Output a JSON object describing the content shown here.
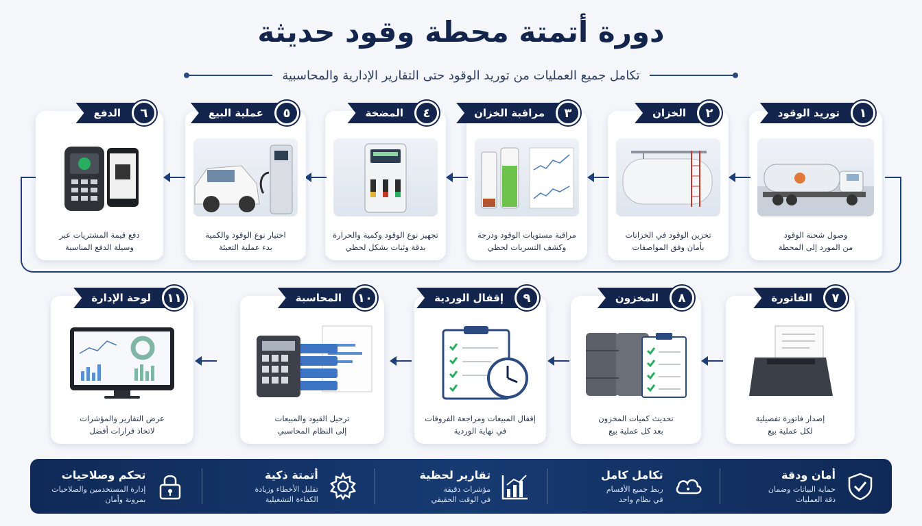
{
  "title": "دورة أتمتة محطة وقود حديثة",
  "subtitle": "تكامل جميع العمليات من توريد الوقود حتى التقارير الإدارية والمحاسبية",
  "steps": [
    {
      "num": "١",
      "label": "توريد الوقود",
      "desc1": "وصول شحنة الوقود",
      "desc2": "من المورد إلى المحطة",
      "icon": "tanker-truck-icon"
    },
    {
      "num": "٢",
      "label": "الخزان",
      "desc1": "تخزين الوقود في الخزانات",
      "desc2": "بأمان وفق المواصفات",
      "icon": "storage-tank-icon"
    },
    {
      "num": "٣",
      "label": "مراقبة الخزان",
      "desc1": "مراقبة مستويات الوقود ودرجة",
      "desc2": "وكشف التسربات لحظي",
      "icon": "tank-monitor-icon"
    },
    {
      "num": "٤",
      "label": "المضخة",
      "desc1": "تجهيز نوع الوقود وكمية والحرارة",
      "desc2": "بدقة وثبات بشكل لحظي",
      "icon": "fuel-pump-icon"
    },
    {
      "num": "٥",
      "label": "عملية البيع",
      "desc1": "اختيار نوع الوقود والكمية",
      "desc2": "بدء عملية التعبئة",
      "icon": "car-fueling-icon"
    },
    {
      "num": "٦",
      "label": "الدفع",
      "desc1": "دفع قيمة المشتريات عبر",
      "desc2": "وسيلة الدفع المناسبة",
      "icon": "payment-terminal-icon"
    },
    {
      "num": "٧",
      "label": "الفاتورة",
      "desc1": "إصدار فاتورة تفصيلية",
      "desc2": "لكل عملية بيع",
      "icon": "receipt-printer-icon"
    },
    {
      "num": "٨",
      "label": "المخزون",
      "desc1": "تحديث كميات المخزون",
      "desc2": "بعد كل عملية بيع",
      "icon": "inventory-barrels-icon"
    },
    {
      "num": "٩",
      "label": "إقفال الوردية",
      "desc1": "إقفال المبيعات ومراجعة الفروقات",
      "desc2": "في نهاية الوردية",
      "icon": "shift-close-clipboard-icon"
    },
    {
      "num": "١٠",
      "label": "المحاسبة",
      "desc1": "ترحيل القيود والمبيعات",
      "desc2": "إلى النظام المحاسبي",
      "icon": "accounting-calculator-icon"
    },
    {
      "num": "١١",
      "label": "لوحة الإدارة",
      "desc1": "عرض التقارير والمؤشرات",
      "desc2": "لاتخاذ قرارات أفضل",
      "icon": "dashboard-monitor-icon"
    }
  ],
  "features": [
    {
      "title": "أمان ودقة",
      "desc1": "حماية البيانات وضمان",
      "desc2": "دقة العمليات",
      "icon": "shield-check-icon"
    },
    {
      "title": "تكامل كامل",
      "desc1": "ربط جميع الأقسام",
      "desc2": "في نظام واحد",
      "icon": "cloud-icon"
    },
    {
      "title": "تقارير لحظية",
      "desc1": "مؤشرات دقيقة",
      "desc2": "في الوقت الحقيقي",
      "icon": "bar-chart-icon"
    },
    {
      "title": "أتمتة ذكية",
      "desc1": "تقليل الأخطاء وزيادة",
      "desc2": "الكفاءة التشغيلية",
      "icon": "gear-icon"
    },
    {
      "title": "تحكم وصلاحيات",
      "desc1": "إدارة المستخدمين والصلاحيات",
      "desc2": "بمرونة وأمان",
      "icon": "lock-icon"
    }
  ],
  "colors": {
    "navy": "#13254d",
    "accent": "#1f3f78",
    "bg": "#f4f6fa"
  }
}
